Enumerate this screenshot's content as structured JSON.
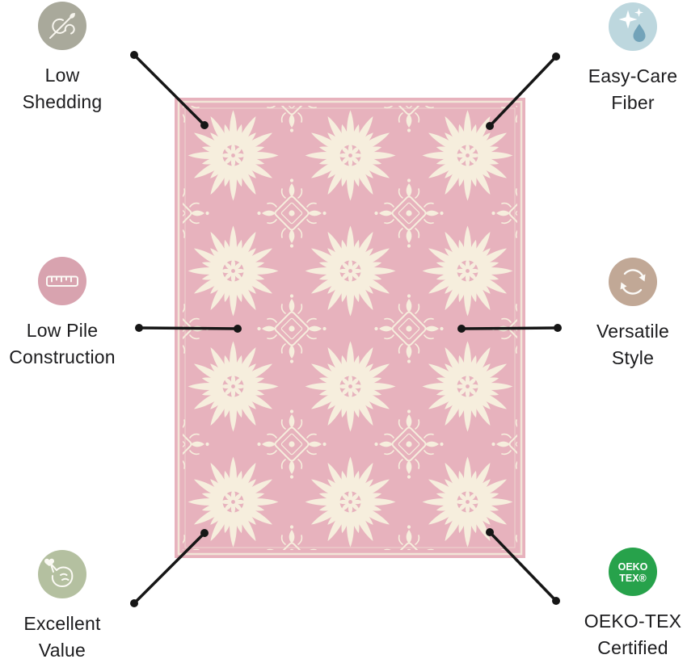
{
  "rug": {
    "base_color": "#e7b2bd",
    "pattern_color": "#f6eedd",
    "border_color": "#f3ead9"
  },
  "callout": {
    "line_color": "#161616"
  },
  "features": [
    {
      "name": "low-shedding",
      "label": "Low Shedding",
      "lines": [
        "Low",
        "Shedding"
      ],
      "icon": "needle-thread-icon",
      "icon_bg": "#a9a99b"
    },
    {
      "name": "easy-care-fiber",
      "label": "Easy-Care Fiber",
      "lines": [
        "Easy-Care",
        "Fiber"
      ],
      "icon": "sparkles-droplet-icon",
      "icon_bg": "#bdd7de"
    },
    {
      "name": "low-pile-construction",
      "label": "Low Pile Construction",
      "lines": [
        "Low Pile",
        "Construction"
      ],
      "icon": "ruler-icon",
      "icon_bg": "#d8a3af"
    },
    {
      "name": "versatile-style",
      "label": "Versatile Style",
      "lines": [
        "Versatile",
        "Style"
      ],
      "icon": "circular-arrows-icon",
      "icon_bg": "#c1a896"
    },
    {
      "name": "excellent-value",
      "label": "Excellent Value",
      "lines": [
        "Excellent",
        "Value"
      ],
      "icon": "finger-heart-icon",
      "icon_bg": "#b4c0a0"
    },
    {
      "name": "oeko-tex-certified",
      "label": "OEKO-TEX Certified",
      "lines": [
        "OEKO-TEX",
        "Certified"
      ],
      "icon": "oeko-tex-badge-icon",
      "icon_bg": "#27a24b",
      "badge_lines": [
        "OEKO",
        "TEX®"
      ]
    }
  ]
}
